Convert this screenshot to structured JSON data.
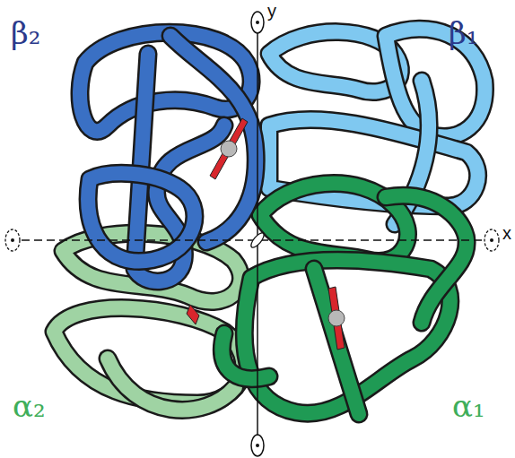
{
  "diagram": {
    "labels": [
      "β₂",
      "β₁",
      "α₂",
      "α₁",
      "y",
      "x"
    ]
  }
}
